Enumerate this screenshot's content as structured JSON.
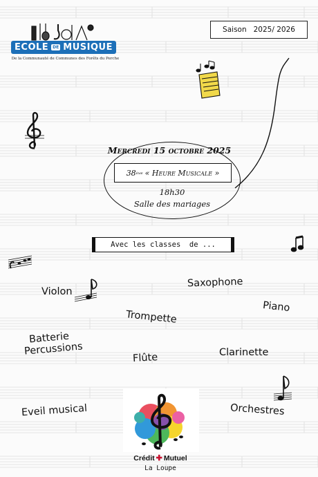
{
  "logo": {
    "word1": "ECOLE",
    "de": "DE",
    "word2": "MUSIQUE",
    "subtitle": "De la Communauté de Communes des Forêts du Perche"
  },
  "season": "Saison   2025/ 2026",
  "event": {
    "date": "Mercredi 15 octobre 2025",
    "title_sup": "ème",
    "title_num": "38",
    "title": "« Heure Musicale »",
    "time": "18h30",
    "place": "Salle des mariages"
  },
  "classes_label": "Avec les classes  de ...",
  "instruments": [
    "Violon",
    "Saxophone",
    "Piano",
    "Trompette",
    "Batterie",
    "Percussions",
    "Flûte",
    "Clarinette",
    "Eveil musical",
    "Orchestres"
  ],
  "sponsor": {
    "name_part1": "Crédit",
    "name_part2": "Mutuel",
    "town": "La Loupe"
  },
  "icons": [
    "music-notes-sheet-icon",
    "treble-clef-icon",
    "eighth-notes-icon",
    "bass-staff-icon",
    "treble-clef-notes-icon"
  ]
}
